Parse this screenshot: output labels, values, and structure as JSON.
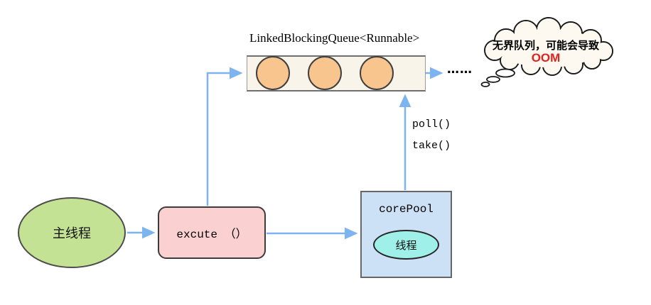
{
  "diagram": {
    "queue": {
      "title": "LinkedBlockingQueue<Runnable>",
      "ellipsis": "……",
      "task_count": 3
    },
    "labels": {
      "poll": "poll()",
      "take": "take()"
    },
    "nodes": {
      "main_thread": {
        "label": "主线程"
      },
      "execute": {
        "label": "excute （）"
      },
      "core_pool": {
        "title": "corePool",
        "thread_label": "线程"
      }
    },
    "note": {
      "line1": "无界队列，可能会导致",
      "line2": "OOM"
    },
    "colors": {
      "arrow_blue": "#7db4ef",
      "queue_band_fill": "#f8f4e9",
      "task_circle_fill": "#f9c58e",
      "main_thread_fill": "#c3e294",
      "execute_fill": "#fbd0d0",
      "core_pool_fill": "#cce1f6",
      "thread_fill": "#9ff0e9",
      "cloud_fill": "#fdf9f0",
      "oom_red": "#e3231b"
    }
  }
}
